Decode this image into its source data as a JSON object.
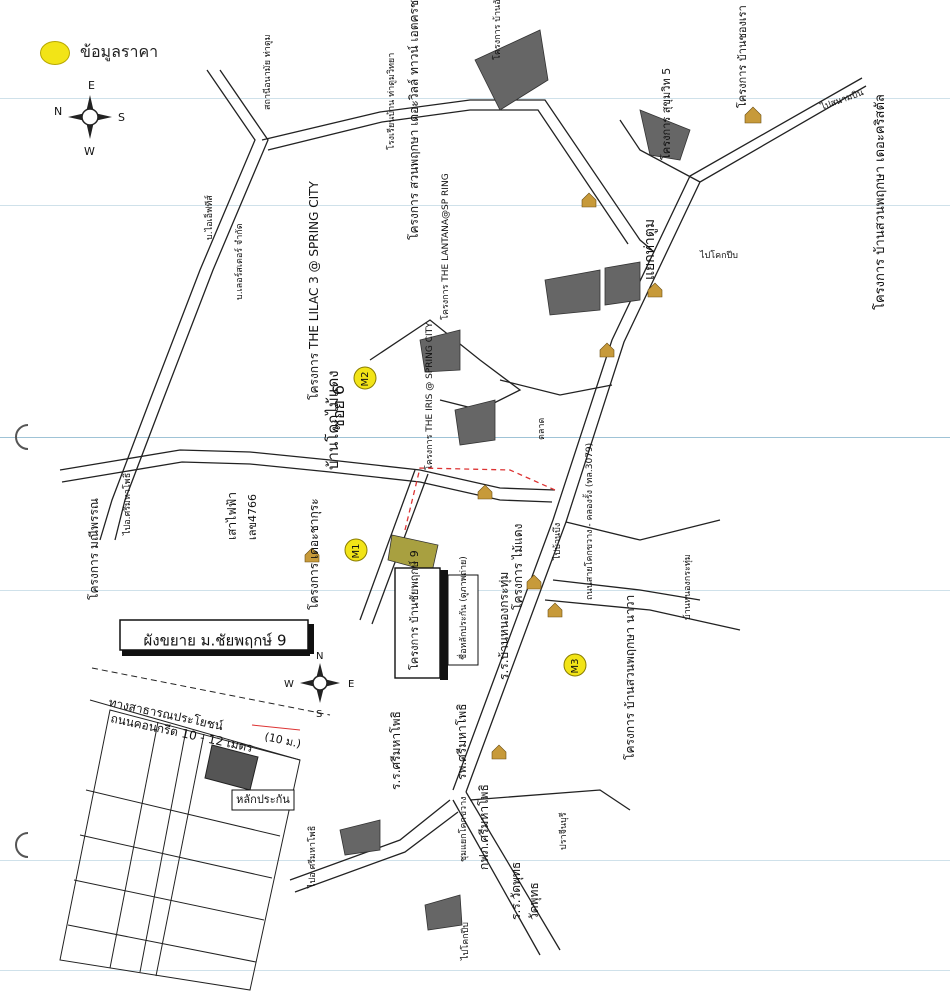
{
  "legend": {
    "label": "ข้อมูลราคา",
    "marker_color": "#F2E417"
  },
  "compass_top": {
    "n": "N",
    "e": "E",
    "s": "S",
    "w": "W"
  },
  "compass_small": {
    "n": "N",
    "e": "E",
    "s": "S",
    "w": "W"
  },
  "title_box": "ผังขยาย ม.ชัยพฤกษ์ 9",
  "landmarks": {
    "spring_city_roi_6": "ซอย 6",
    "ban_chai_phruek_9": "โครงการ บ้านชัยพฤกษ์ 9",
    "bannakhon": "บ้านโคกไม้แดง",
    "the_lilac": "โครงการ THE LILAC 3 @ SPRING CITY",
    "lantana": "โครงการ THE LANTANA@SP RING",
    "the_iris": "โครงการ THE IRIS @ SPRING CITY",
    "lakpracham": "หลักประกัน",
    "lak_prakan_small": "ชื่อหลักประกัน (ดูภาพถ่าย)",
    "tambon_mai_daeng": "โครงการ ไม้แดง",
    "roi_kokkrayang": "ร.ร.บ้านหนองกระทุ่ม",
    "rpc_sriphaphai": "รพ.ศรีมหาโพธิ",
    "rr_srimahaphot": "ร.ร.ศรีมหาโพธิ",
    "ban_sua_pruksa": "โครงการ บ้านสวนพฤกษา นาวา",
    "ban_sukhumvit_5": "โครงการ สุขุมวิท 5",
    "ban_ying_chao": "โครงการ บ้านชองเรา",
    "ban_sua_pruksa_top": "โครงการ บ้านสวนพฤกษา เดอะคริสตัล",
    "the_ville": "โครงการ สวนพฤกษา เดอะวิลล์ ทาวน์ เอตครช",
    "san_village": "โครงการ บ้านอัธยาศัย",
    "sao_fai": "เสาไฟฟ้า",
    "sao_num": "เลข4766",
    "khlong": "ไปสนามบิน",
    "road_main": "ถนนสายโคกขวาง - คลองรั้ง (ทล.3079)",
    "road_to_kokkrayang": "ไปบ้านบึง",
    "road_to_sri": "ไปอ.ศรีมหาโพธิ",
    "road_to_prachin": "ปราจีนบุรี",
    "ban_mai_chai": "โครงการ มณีพรรณ",
    "nong_khai": "ไปอ.ศรีมหาโพธิ",
    "suan": "ทางสาธารณประโยชน์",
    "road_cement": "ถนนคอนกรีต 10 - 12 เมตร",
    "ten_m": "(10 ม.)",
    "wat_phuttha": "ร.ร.วัดพุทธ",
    "wat_phukhong": "วัดพุทธ",
    "kaekhon": "แยกท่าตูม",
    "ban_lakai": "บ้านหนองกระทุ่ม",
    "kok_kwang": "ชุมแยกโคกขวาง",
    "to_kaeng": "ไปโคกปีบ",
    "to_kaeng2": "ไปโคกปีบ",
    "hospital": "กฟภ.ศรีมหาโพธิ",
    "the_coast": "โครงการ เดอะชากุระ",
    "m1": "M1",
    "m2": "M2",
    "m3": "M3",
    "market": "ตลาด",
    "school_top": "โรงเรียนบ้าน ท่าตูมวิทยา",
    "office": "บ.ไอเอ็ฟทีส์",
    "office2": "บ.เลอร์สเตอร์ จำกัด",
    "tambon": "สถานีอนามัย ท่าตูม"
  }
}
